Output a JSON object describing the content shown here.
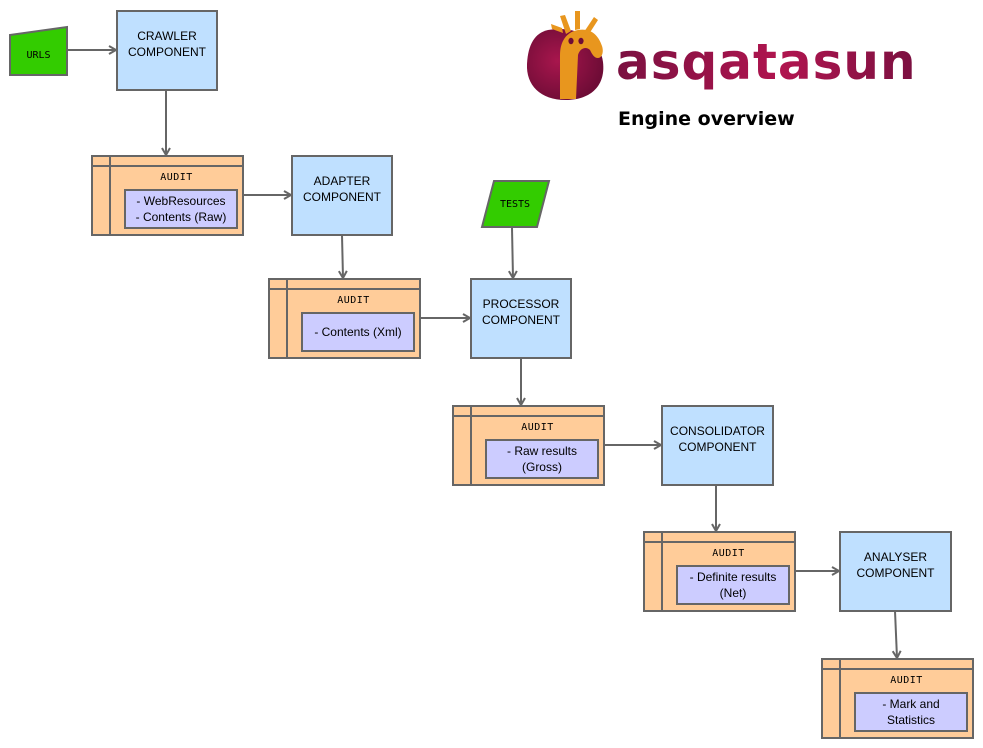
{
  "header": {
    "brand": "asqatasun",
    "subtitle": "Engine overview",
    "logo_icon": "giraffe-logo-icon",
    "brand_colors": {
      "primary": "#8c1446",
      "accent": "#e8961e"
    }
  },
  "inputs": {
    "urls": {
      "label": "URLS",
      "shape": "manual-input",
      "color": "#33cc00"
    },
    "tests": {
      "label": "TESTS",
      "shape": "parallelogram",
      "color": "#33cc00"
    }
  },
  "components": {
    "crawler": {
      "label": "CRAWLER\nCOMPONENT"
    },
    "adapter": {
      "label": "ADAPTER\nCOMPONENT"
    },
    "processor": {
      "label": "PROCESSOR\nCOMPONENT"
    },
    "consolidator": {
      "label": "CONSOLIDATOR\nCOMPONENT"
    },
    "analyser": {
      "label": "ANALYSER\nCOMPONENT"
    }
  },
  "audits": {
    "a1": {
      "title": "AUDIT",
      "content": "- WebResources\n - Contents (Raw)"
    },
    "a2": {
      "title": "AUDIT",
      "content": "- Contents (Xml)"
    },
    "a3": {
      "title": "AUDIT",
      "content": "- Raw results\n(Gross)"
    },
    "a4": {
      "title": "AUDIT",
      "content": "- Definite results\n(Net)"
    },
    "a5": {
      "title": "AUDIT",
      "content": "- Mark and\nStatistics"
    }
  },
  "colors": {
    "component_fill": "#bfe0ff",
    "audit_fill": "#ffcc99",
    "audit_content_fill": "#ccccff",
    "stroke": "#666666",
    "input_fill": "#33cc00"
  },
  "edges": [
    {
      "from": "urls",
      "to": "crawler"
    },
    {
      "from": "crawler",
      "to": "audit-1"
    },
    {
      "from": "audit-1",
      "to": "adapter"
    },
    {
      "from": "adapter",
      "to": "audit-2"
    },
    {
      "from": "audit-2",
      "to": "processor"
    },
    {
      "from": "tests",
      "to": "processor"
    },
    {
      "from": "processor",
      "to": "audit-3"
    },
    {
      "from": "audit-3",
      "to": "consolidator"
    },
    {
      "from": "consolidator",
      "to": "audit-4"
    },
    {
      "from": "audit-4",
      "to": "analyser"
    },
    {
      "from": "analyser",
      "to": "audit-5"
    }
  ]
}
